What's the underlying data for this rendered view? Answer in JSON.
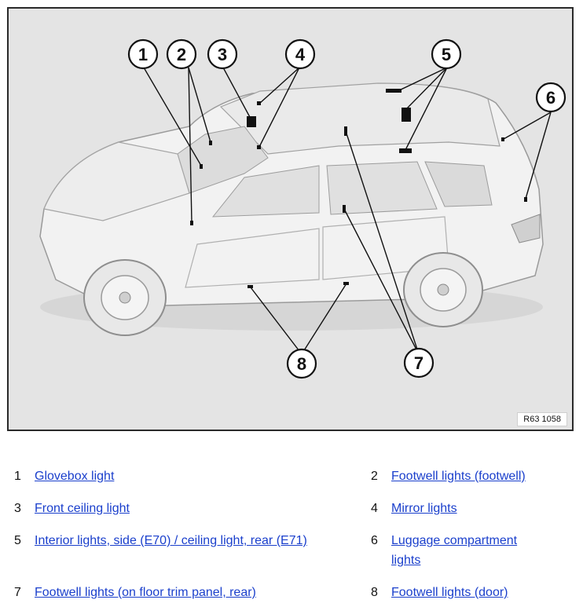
{
  "figure": {
    "code": "R63 1058",
    "callouts": [
      "1",
      "2",
      "3",
      "4",
      "5",
      "6",
      "7",
      "8"
    ]
  },
  "legend": [
    {
      "num": "1",
      "label": "Glovebox light"
    },
    {
      "num": "2",
      "label": "Footwell lights (footwell)"
    },
    {
      "num": "3",
      "label": "Front ceiling light"
    },
    {
      "num": "4",
      "label": "Mirror lights"
    },
    {
      "num": "5",
      "label": "Interior lights, side (E70) / ceiling light, rear (E71)"
    },
    {
      "num": "6",
      "label": "Luggage compartment lights"
    },
    {
      "num": "7",
      "label": "Footwell lights (on floor trim panel, rear)"
    },
    {
      "num": "8",
      "label": "Footwell lights (door)"
    }
  ]
}
